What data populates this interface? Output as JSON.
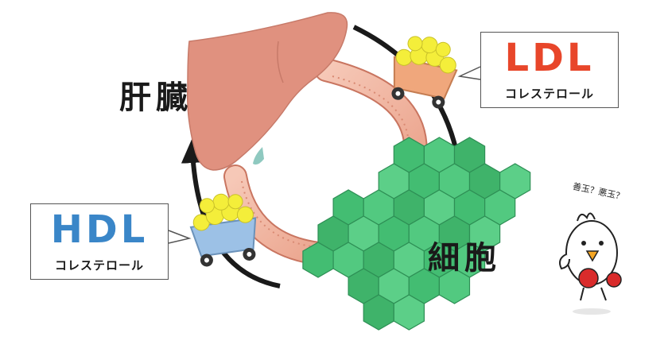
{
  "labels": {
    "liver": "肝臓",
    "cell": "細胞"
  },
  "ldl_box": {
    "acronym": "LDL",
    "subtitle": "コレステロール"
  },
  "hdl_box": {
    "acronym": "HDL",
    "subtitle": "コレステロール"
  },
  "mascot": {
    "speech": "善玉？悪玉？"
  },
  "colors": {
    "ldl_accent": "#e8462a",
    "hdl_accent": "#3a86c8",
    "liver": "#e0917f",
    "vessel": "#f1b9a6",
    "cell_green": "#4cc47a",
    "cart_orange": "#f0a77c",
    "cart_blue": "#9cc1e6",
    "cholesterol_ball": "#f4ee3a"
  }
}
